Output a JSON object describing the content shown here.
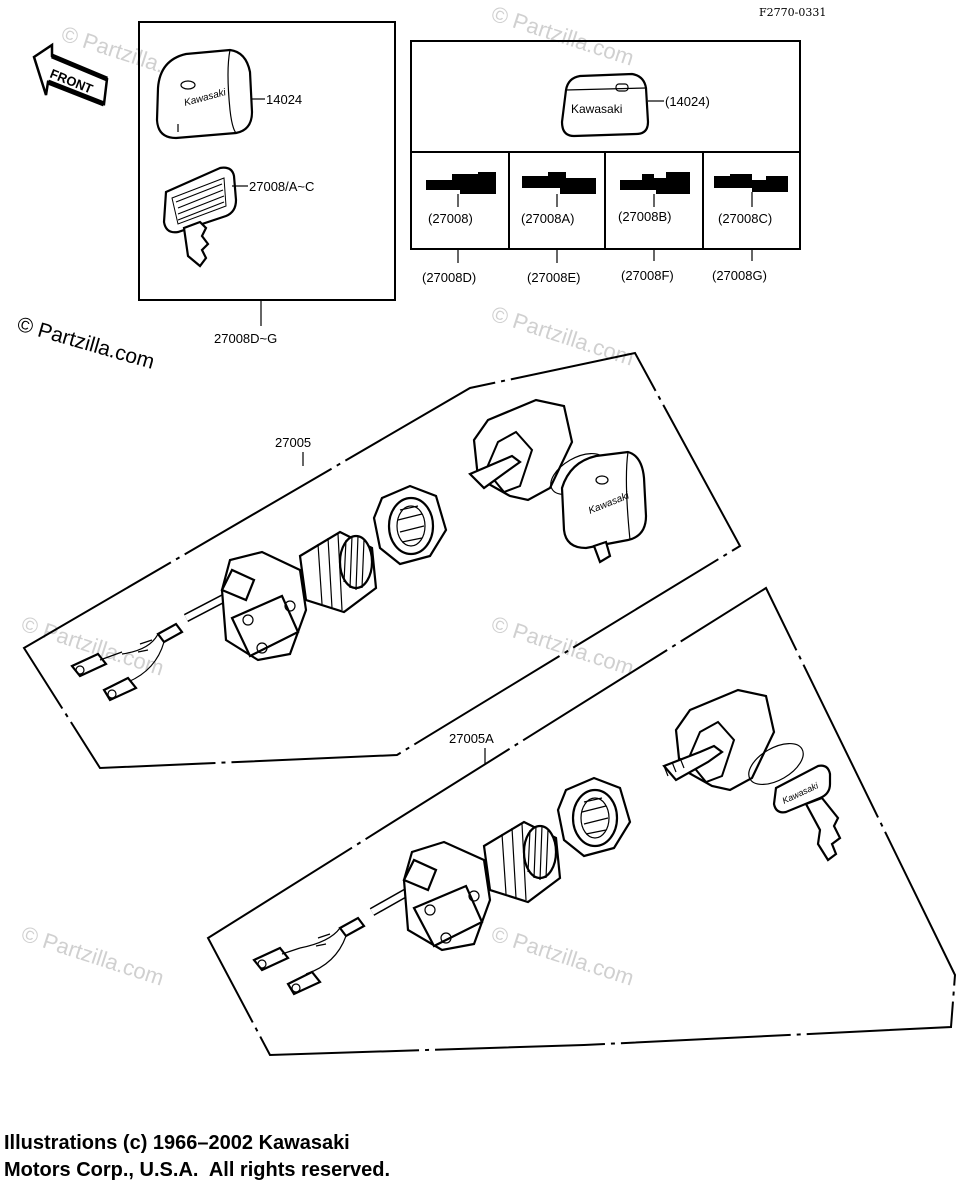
{
  "figure_code": "F2770-0331",
  "front_label": "FRONT",
  "watermark": "© Partzilla.com",
  "brand": "Kawasaki",
  "callouts": {
    "key_cap_left": "14024",
    "key_blank_left": "27008/A~C",
    "key_range_bottom": "27008D~G",
    "key_cap_right": "(14024)",
    "ignition_switch_1": "27005",
    "ignition_switch_2": "27005A"
  },
  "key_profiles_top": [
    "(27008)",
    "(27008A)",
    "(27008B)",
    "(27008C)"
  ],
  "key_profiles_bottom": [
    "(27008D)",
    "(27008E)",
    "(27008F)",
    "(27008G)"
  ],
  "copyright": {
    "line1": "Illustrations (c) 1966–2002 Kawasaki",
    "line2": "Motors Corp., U.S.A.  All rights reserved."
  }
}
